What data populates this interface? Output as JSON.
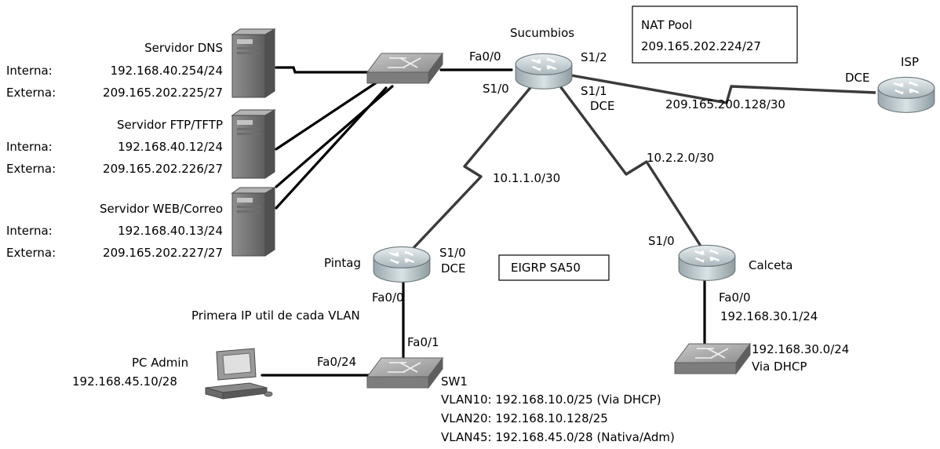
{
  "servers": [
    {
      "name": "Servidor DNS",
      "interna_label": "Interna:",
      "interna": "192.168.40.254/24",
      "externa_label": "Externa:",
      "externa": "209.165.202.225/27"
    },
    {
      "name": "Servidor FTP/TFTP",
      "interna_label": "Interna:",
      "interna": "192.168.40.12/24",
      "externa_label": "Externa:",
      "externa": "209.165.202.226/27"
    },
    {
      "name": "Servidor WEB/Correo",
      "interna_label": "Interna:",
      "interna": "192.168.40.13/24",
      "externa_label": "Externa:",
      "externa": "209.165.202.227/27"
    }
  ],
  "sucumbios": {
    "name": "Sucumbios",
    "fa00": "Fa0/0",
    "s10": "S1/0",
    "s11": "S1/1",
    "s11_dce": "DCE",
    "s12": "S1/2"
  },
  "isp": {
    "name": "ISP",
    "dce": "DCE"
  },
  "nat": {
    "title": "NAT Pool",
    "range": "209.165.202.224/27"
  },
  "links": {
    "isp_link": "209.165.200.128/30",
    "pintag_link": "10.1.1.0/30",
    "calceta_link": "10.2.2.0/30"
  },
  "pintag": {
    "name": "Pintag",
    "s10": "S1/0",
    "dce": "DCE",
    "fa00": "Fa0/0",
    "note": "Primera IP util de cada VLAN"
  },
  "eigrp": "EIGRP SA50",
  "calceta": {
    "name": "Calceta",
    "s10": "S1/0",
    "fa00": "Fa0/0",
    "ip": "192.168.30.1/24",
    "lan": "192.168.30.0/24",
    "lan_note": "Via DHCP"
  },
  "sw1": {
    "name": "SW1",
    "fa01": "Fa0/1",
    "fa024": "Fa0/24"
  },
  "pc": {
    "name": "PC Admin",
    "ip": "192.168.45.10/28"
  },
  "vlans": [
    "VLAN10: 192.168.10.0/25 (Via DHCP)",
    "VLAN20: 192.168.10.128/25",
    "VLAN45: 192.168.45.0/28 (Nativa/Adm)"
  ]
}
